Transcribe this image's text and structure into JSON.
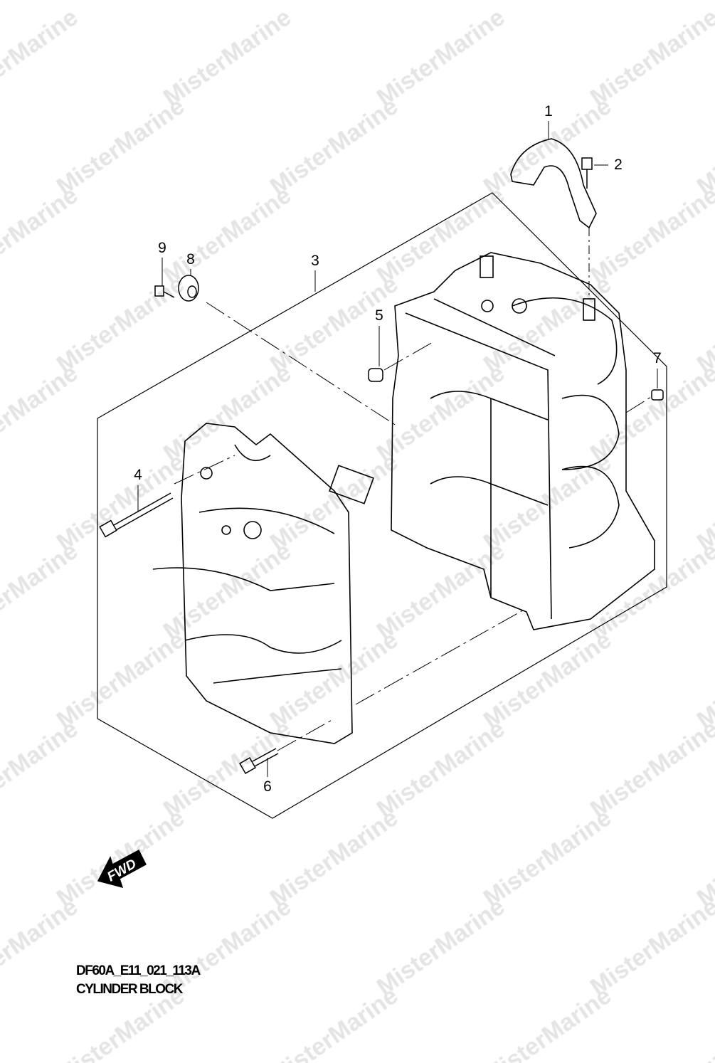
{
  "watermark": "MisterMarine",
  "callouts": [
    "1",
    "2",
    "3",
    "4",
    "5",
    "6",
    "7",
    "8",
    "9"
  ],
  "direction_label": "FWD",
  "caption": {
    "code": "DF60A_E11_021_113A",
    "title": "CYLINDER BLOCK"
  }
}
